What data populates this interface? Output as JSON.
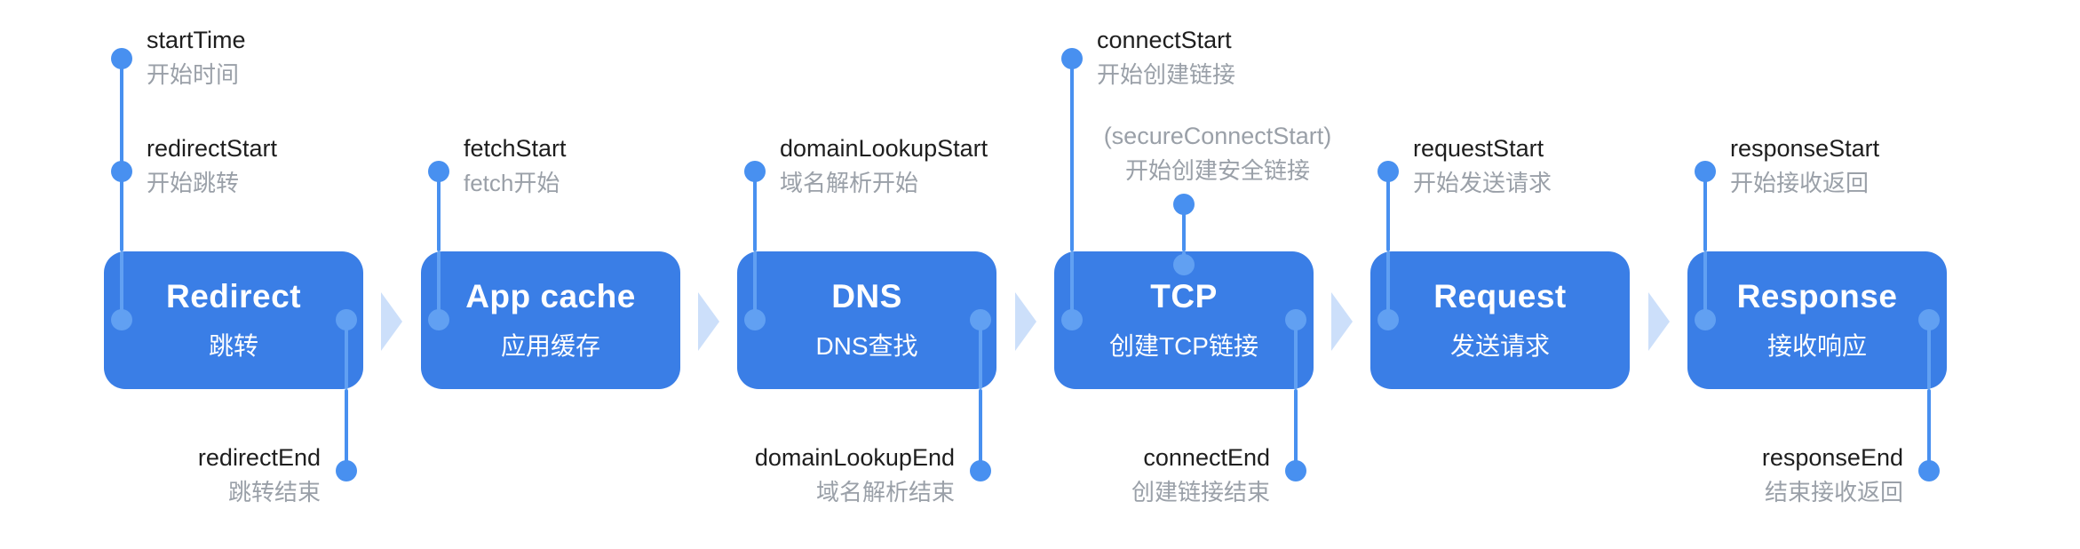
{
  "diagram": {
    "type": "navigation-timing-flow",
    "stages": [
      {
        "id": "redirect",
        "title": "Redirect",
        "subtitle": "跳转"
      },
      {
        "id": "appcache",
        "title": "App cache",
        "subtitle": "应用缓存"
      },
      {
        "id": "dns",
        "title": "DNS",
        "subtitle": "DNS查找"
      },
      {
        "id": "tcp",
        "title": "TCP",
        "subtitle": "创建TCP链接"
      },
      {
        "id": "request",
        "title": "Request",
        "subtitle": "发送请求"
      },
      {
        "id": "response",
        "title": "Response",
        "subtitle": "接收响应"
      }
    ],
    "markers": {
      "startTime": {
        "name": "startTime",
        "zh": "开始时间"
      },
      "redirectStart": {
        "name": "redirectStart",
        "zh": "开始跳转"
      },
      "fetchStart": {
        "name": "fetchStart",
        "zh": "fetch开始"
      },
      "domainLookupStart": {
        "name": "domainLookupStart",
        "zh": "域名解析开始"
      },
      "connectStart": {
        "name": "connectStart",
        "zh": "开始创建链接"
      },
      "secureConnectStart": {
        "name": "(secureConnectStart)",
        "zh": "开始创建安全链接"
      },
      "requestStart": {
        "name": "requestStart",
        "zh": "开始发送请求"
      },
      "responseStart": {
        "name": "responseStart",
        "zh": "开始接收返回"
      },
      "redirectEnd": {
        "name": "redirectEnd",
        "zh": "跳转结束"
      },
      "domainLookupEnd": {
        "name": "domainLookupEnd",
        "zh": "域名解析结束"
      },
      "connectEnd": {
        "name": "connectEnd",
        "zh": "创建链接结束"
      },
      "responseEnd": {
        "name": "responseEnd",
        "zh": "结束接收返回"
      }
    },
    "icons": {
      "stage_separator": "right-arrow"
    },
    "colors": {
      "stage_box": "#3A7EE6",
      "connector": "#4890F0",
      "connector_on_box": "#61A0F2",
      "arrow": "#CCDFFA",
      "label_text": "#1E1E1E",
      "label_subtext": "#9AA0A8",
      "background": "#FFFFFF"
    }
  }
}
